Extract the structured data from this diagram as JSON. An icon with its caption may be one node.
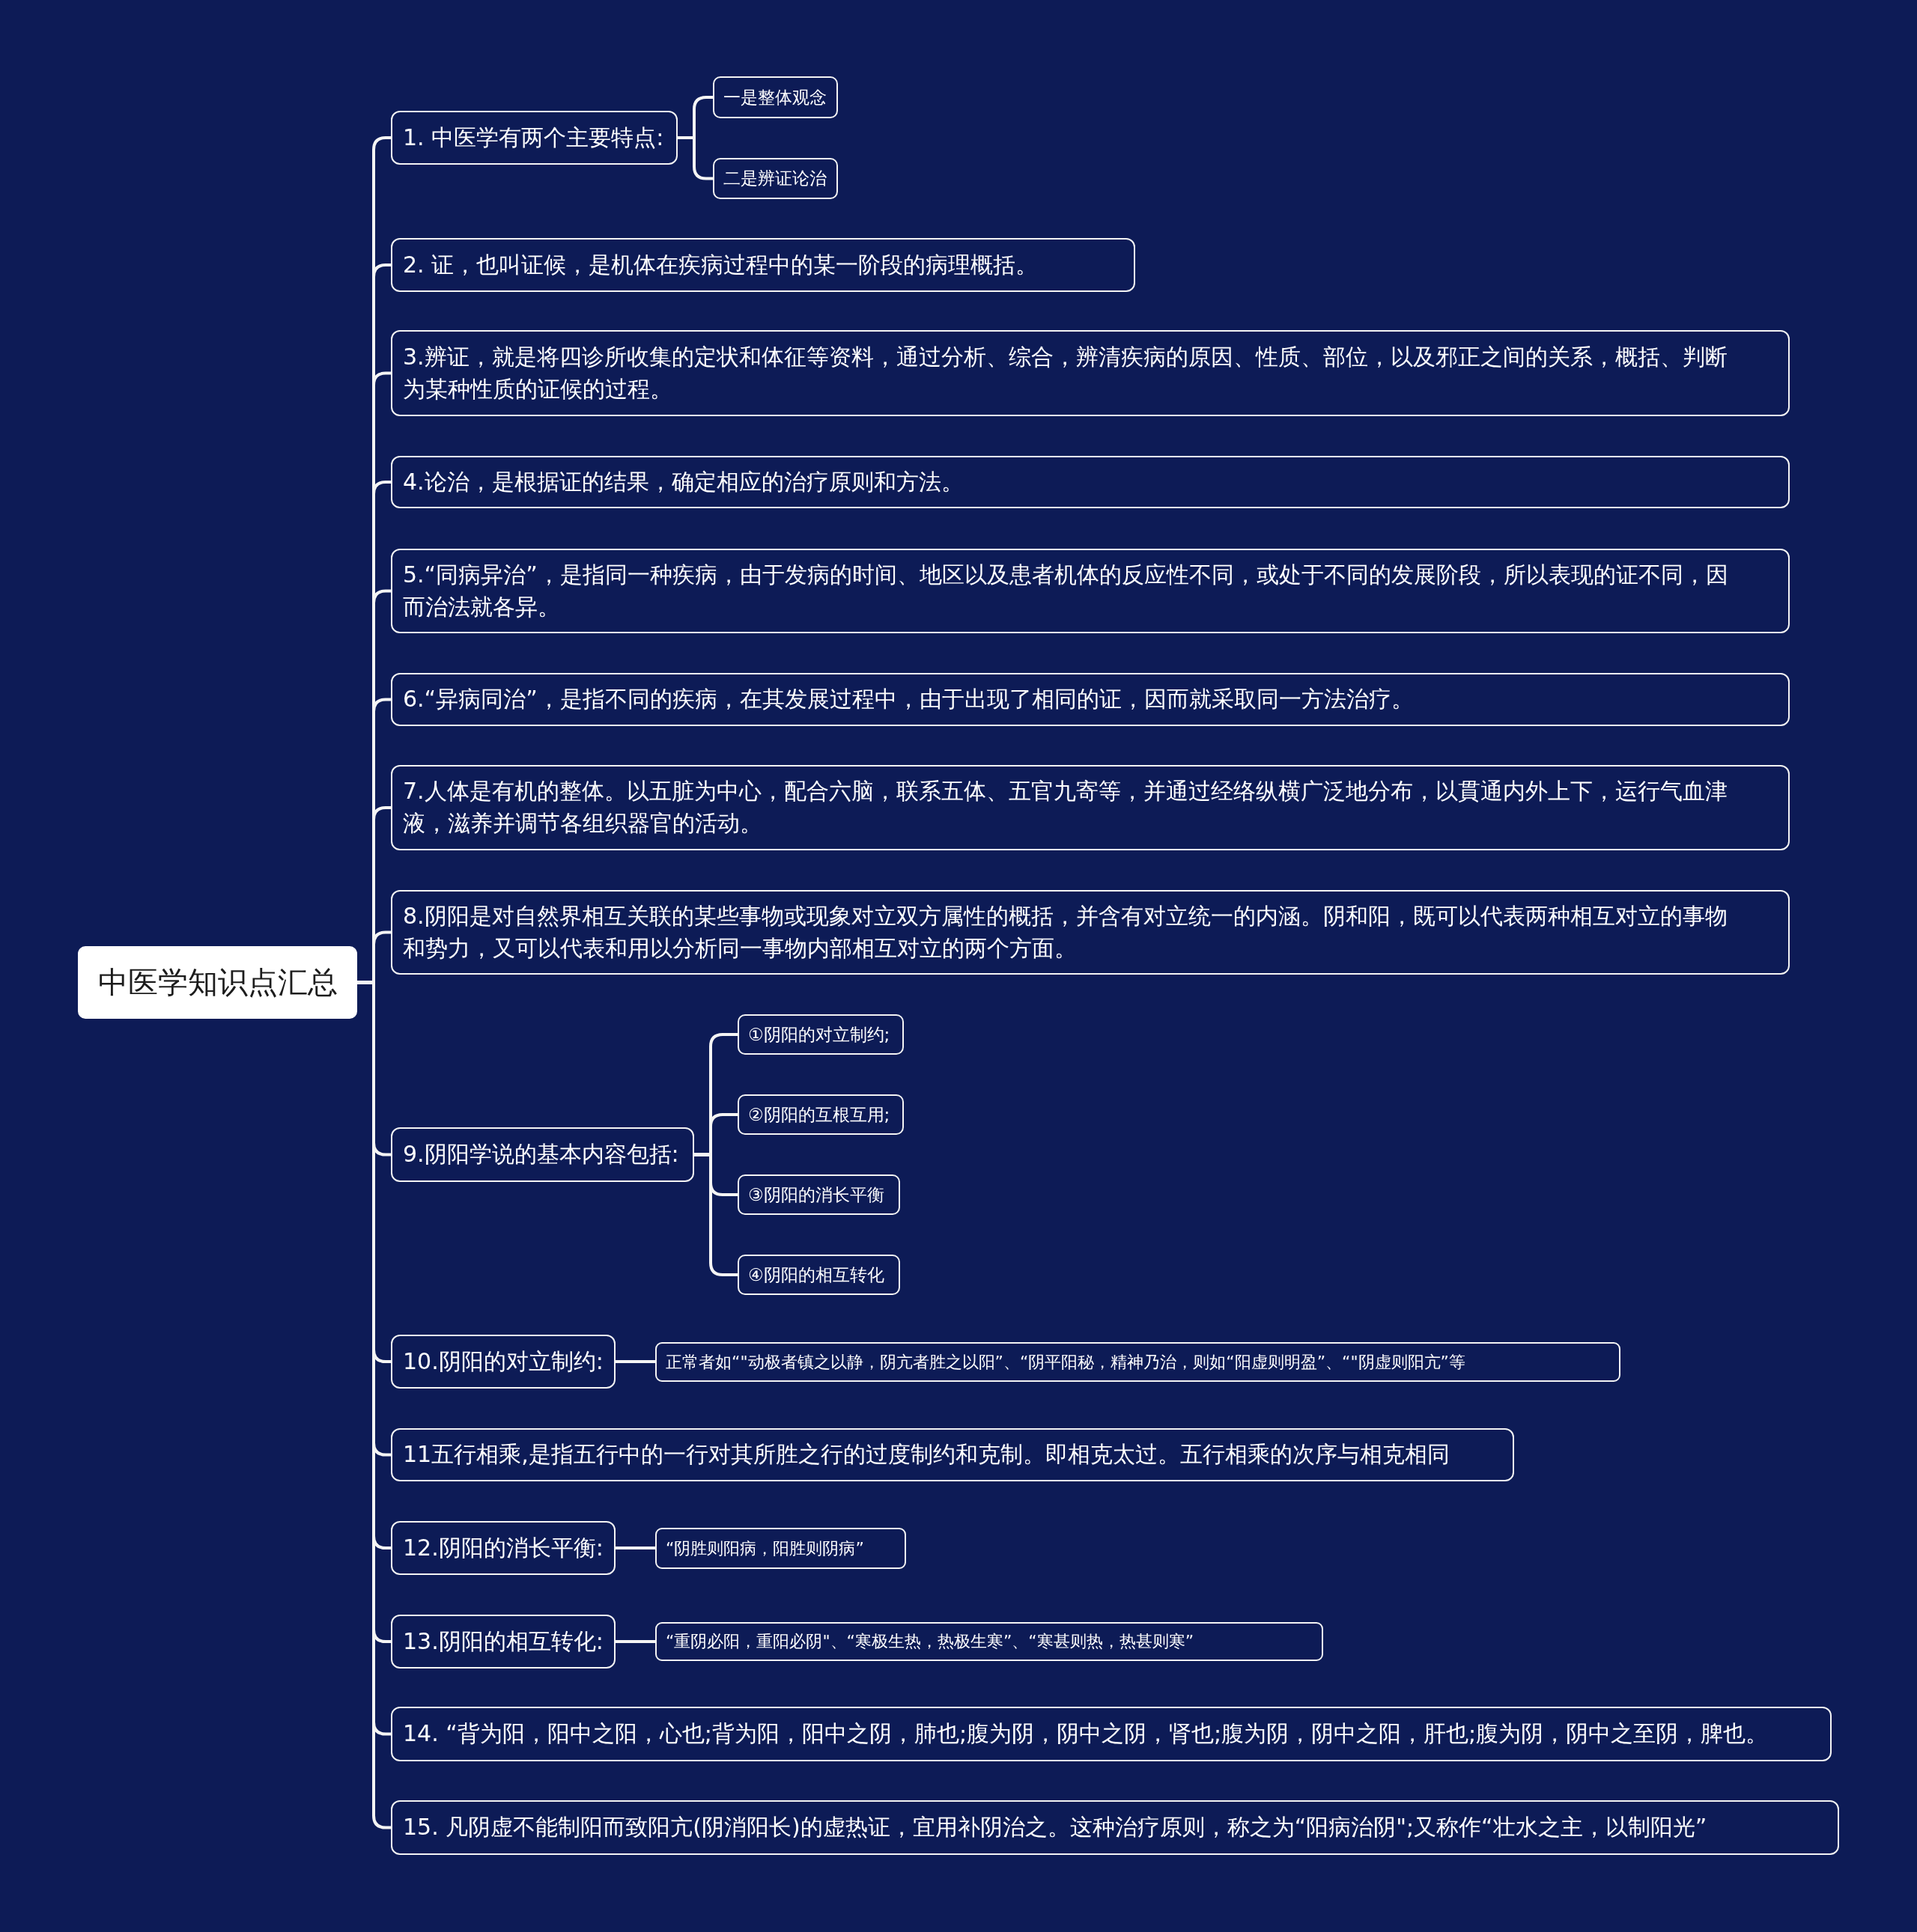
{
  "diagram": {
    "nodes": [
      {
        "text": [
          "中医学知识点汇总"
        ]
      },
      {
        "text": [
          "1. 中医学有两个主要特点:"
        ]
      },
      {
        "text": [
          "一是整体观念"
        ]
      },
      {
        "text": [
          "二是辨证论治"
        ]
      },
      {
        "text": [
          "2. 证，也叫证候，是机体在疾病过程中的某一阶段的病理概括。"
        ]
      },
      {
        "text": [
          "3.辨证，就是将四诊所收集的定状和体征等资料，通过分析、综合，辨清疾病的原因、性质、部位，以及邪正之间的关系，概括、判断为某种性质的证候的过程。"
        ]
      },
      {
        "text": [
          "4.论治，是根据证的结果，确定相应的治疗原则和方法。"
        ]
      },
      {
        "text": [
          "5.“同病异治”，是指同一种疾病，由于发病的时间、地区以及患者机体的反应性不同，或处于不同的发展阶段，所以表现的证不同，因而治法就各异。"
        ]
      },
      {
        "text": [
          "6.“异病同治”，是指不同的疾病，在其发展过程中，由于出现了相同的证，因而就采取同一方法治疗。"
        ]
      },
      {
        "text": [
          "7.人体是有机的整体。以五脏为中心，配合六脑，联系五体、五官九寄等，并通过经络纵横广泛地分布，以貫通内外上下，运行气血津液，滋养并调节各组织器官的活动。"
        ]
      },
      {
        "text": [
          "8.阴阳是对自然界相互关联的某些事物或现象对立双方属性的概括，并含有对立统一的内涵。阴和阳，既可以代表两种相互对立的事物和势力，又可以代表和用以分析同一事物内部相互对立的两个方面。"
        ]
      },
      {
        "text": [
          "9.阴阳学说的基本内容包括:"
        ]
      },
      {
        "text": [
          "①阴阳的对立制约;"
        ]
      },
      {
        "text": [
          "②阴阳的互根互用;"
        ]
      },
      {
        "text": [
          "③阴阳的消长平衡"
        ]
      },
      {
        "text": [
          "④阴阳的相互转化"
        ]
      },
      {
        "text": [
          "10.阴阳的对立制约:"
        ]
      },
      {
        "text": [
          "正常者如“\"动极者镇之以静，阴亢者胜之以阳”、“阴平阳秘，精神乃治，则如“阳虚则明盈”、“\"阴虚则阳亢”等"
        ]
      },
      {
        "text": [
          "11五行相乘,是指五行中的一行对其所胜之行的过度制约和克制。即相克太过。五行相乘的次序与相克相同"
        ]
      },
      {
        "text": [
          "12.阴阳的消长平衡:"
        ]
      },
      {
        "text": [
          "“阴胜则阳病，阳胜则阴病”"
        ]
      },
      {
        "text": [
          "13.阴阳的相互转化:"
        ]
      },
      {
        "text": [
          "“重阴必阳，重阳必阴\"、“寒极生热，热极生寒”、“寒甚则热，热甚则寒”"
        ]
      },
      {
        "text": [
          "14. “背为阳，阳中之阳，心也;背为阳，阳中之阴，肺也;腹为阴，阴中之阴，肾也;腹为阴，阴中之阳，肝也;腹为阴，阴中之至阴，脾也。"
        ]
      },
      {
        "text": [
          "15. 凡阴虚不能制阳而致阳亢(阴消阳长)的虚热证，宜用补阴治之。这种治疗原则，称之为“阳病治阴\";又称作“壮水之主，以制阳光”"
        ]
      }
    ],
    "edges": [
      {
        "from": 0,
        "to": 1,
        "arrow": "none"
      },
      {
        "from": 1,
        "to": 2,
        "arrow": "none"
      },
      {
        "from": 1,
        "to": 3,
        "arrow": "none"
      },
      {
        "from": 0,
        "to": 4,
        "arrow": "none"
      },
      {
        "from": 0,
        "to": 5,
        "arrow": "none"
      },
      {
        "from": 0,
        "to": 6,
        "arrow": "none"
      },
      {
        "from": 0,
        "to": 7,
        "arrow": "none"
      },
      {
        "from": 0,
        "to": 8,
        "arrow": "none"
      },
      {
        "from": 0,
        "to": 9,
        "arrow": "none"
      },
      {
        "from": 0,
        "to": 10,
        "arrow": "none"
      },
      {
        "from": 0,
        "to": 11,
        "arrow": "none"
      },
      {
        "from": 11,
        "to": 12,
        "arrow": "none"
      },
      {
        "from": 11,
        "to": 13,
        "arrow": "none"
      },
      {
        "from": 11,
        "to": 14,
        "arrow": "none"
      },
      {
        "from": 11,
        "to": 15,
        "arrow": "none"
      },
      {
        "from": 0,
        "to": 16,
        "arrow": "none"
      },
      {
        "from": 16,
        "to": 17,
        "arrow": "none"
      },
      {
        "from": 0,
        "to": 18,
        "arrow": "none"
      },
      {
        "from": 0,
        "to": 19,
        "arrow": "none"
      },
      {
        "from": 19,
        "to": 20,
        "arrow": "none"
      },
      {
        "from": 0,
        "to": 21,
        "arrow": "none"
      },
      {
        "from": 21,
        "to": 22,
        "arrow": "none"
      },
      {
        "from": 0,
        "to": 23,
        "arrow": "none"
      },
      {
        "from": 0,
        "to": 24,
        "arrow": "none"
      }
    ]
  }
}
